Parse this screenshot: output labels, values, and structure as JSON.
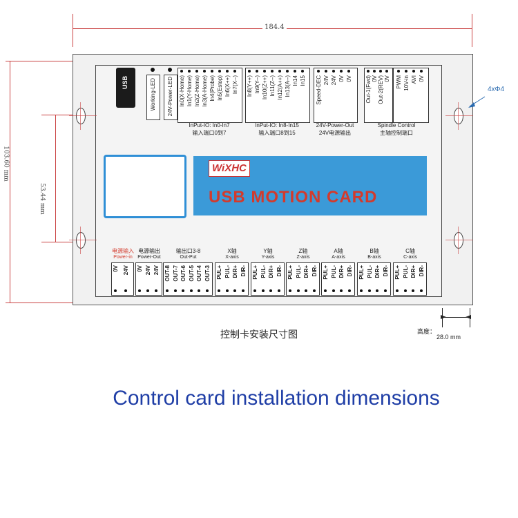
{
  "dimensions": {
    "width": "184.4",
    "height_total": "103.60 mm",
    "height_half": "53.44 mm",
    "holes": "4xΦ4",
    "thickness_label": "高度：",
    "thickness_value": "28.0 mm"
  },
  "board": {
    "usb": "USB",
    "working_led": "Working-LED",
    "power_led": "24V-Power-LED",
    "input1": {
      "pins": [
        "In0(X-Home)",
        "In1(Y-Home)",
        "In2(Z-Home)",
        "In3(A-Home)",
        "In4(Probe)",
        "In5(Estop)",
        "In6(X++)",
        "In7(X--)"
      ],
      "title": "InPut-IO: In0-In7",
      "subtitle": "输入端口0到7"
    },
    "input2": {
      "pins": [
        "In8(Y++)",
        "In9(Y--)",
        "In10(Z++)",
        "In11(Z--)",
        "In12(A++)",
        "In13(A--)",
        "In14",
        "In15"
      ],
      "title": "InPut-IO: In8-In15",
      "subtitle": "输入端口8到15"
    },
    "power_out": {
      "pins": [
        "Speed-DEC",
        "24V",
        "24V",
        "0V",
        "0V"
      ],
      "title": "24V-Power-Out",
      "subtitle": "24V电源输出"
    },
    "spindle": {
      "pins": [
        "Out-1(Fwd)",
        "0V",
        "Out-2(REV)",
        "0V"
      ],
      "pins2": [
        "PWM",
        "10V-in",
        "AVI",
        "0V"
      ],
      "title": "Spindle Control",
      "subtitle": "主轴控制端口"
    },
    "logo": "WiXHC",
    "card_title": "USB MOTION CARD",
    "bottom": [
      {
        "cn": "电源输入",
        "en": "Power-in",
        "pins": [
          "0V",
          "24V"
        ]
      },
      {
        "cn": "电源输出",
        "en": "Power-Out",
        "pins": [
          "0V",
          "24V",
          "24V"
        ]
      },
      {
        "cn": "输出口3-8",
        "en": "Out-Put",
        "pins": [
          "OUT-8",
          "OUT-7",
          "OUT-6",
          "OUT-5",
          "OUT-4",
          "OUT-3"
        ]
      },
      {
        "cn": "X轴",
        "en": "X-axis",
        "pins": [
          "PUL+",
          "PUL-",
          "DIR+",
          "DIR-"
        ]
      },
      {
        "cn": "Y轴",
        "en": "Y-axis",
        "pins": [
          "PUL+",
          "PUL-",
          "DIR+",
          "DIR-"
        ]
      },
      {
        "cn": "Z轴",
        "en": "Z-axis",
        "pins": [
          "PUL+",
          "PUL-",
          "DIR+",
          "DIR-"
        ]
      },
      {
        "cn": "A轴",
        "en": "A-axis",
        "pins": [
          "PUL+",
          "PUL-",
          "DIR+",
          "DIR-"
        ]
      },
      {
        "cn": "B轴",
        "en": "B-axis",
        "pins": [
          "PUL+",
          "PUL-",
          "DIR+",
          "DIR-"
        ]
      },
      {
        "cn": "C轴",
        "en": "C-axis",
        "pins": [
          "PUL+",
          "PUL-",
          "DIR+",
          "DIR-"
        ]
      }
    ]
  },
  "caption_cn": "控制卡安装尺寸图",
  "caption_en": "Control card installation dimensions",
  "colors": {
    "accent_blue": "#3b9ad8",
    "title_red": "#d33a2c",
    "caption_blue": "#1f3ea6"
  }
}
